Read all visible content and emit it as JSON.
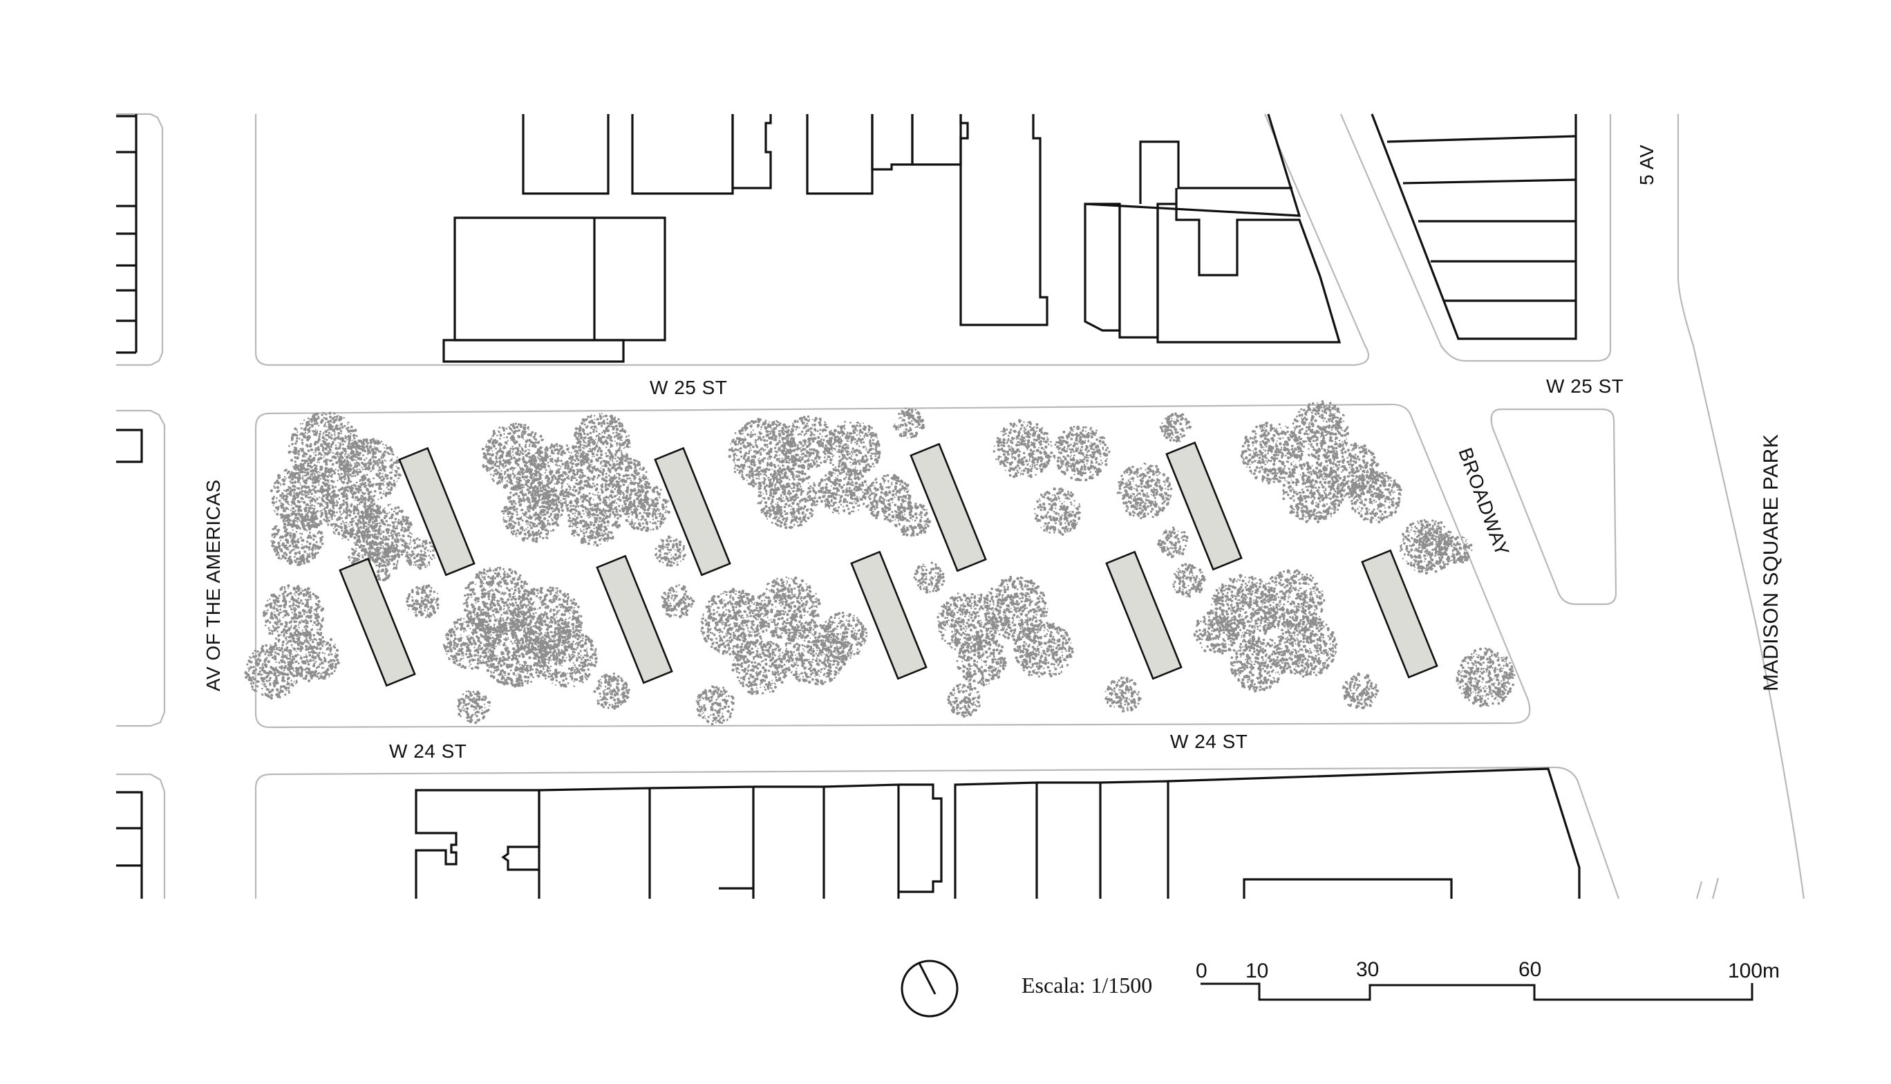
{
  "streets": {
    "w25_left": "W 25 ST",
    "w25_right": "W 25 ST",
    "w24_left": "W 24 ST",
    "w24_right": "W 24 ST",
    "five_av": "5 AV",
    "americas": "AV OF THE AMERICAS",
    "broadway": "BROADWAY",
    "madison": "MADISON SQUARE PARK"
  },
  "scale": {
    "label": "Escala: 1/1500",
    "ticks": [
      "0",
      "10",
      "30",
      "60",
      "100m"
    ]
  },
  "icons": {
    "north": "north-arrow-icon"
  },
  "colors": {
    "buildings": "#111111",
    "curbs": "#b8b8b8",
    "pavilions": "#dcdcd6",
    "trees": "#8e8e8e"
  }
}
